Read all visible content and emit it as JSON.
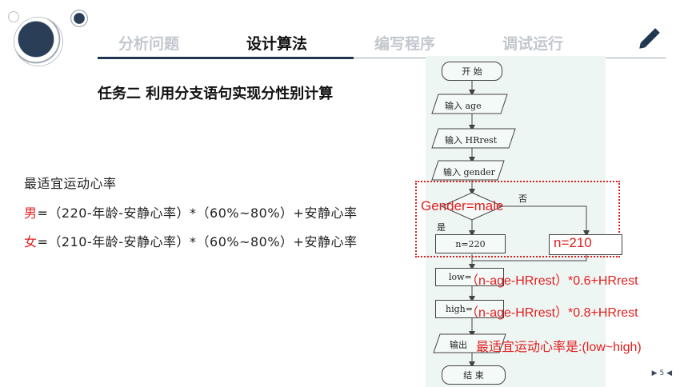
{
  "header": {
    "tabs": [
      {
        "label": "分析问题",
        "active": false
      },
      {
        "label": "设计算法",
        "active": true
      },
      {
        "label": "编写程序",
        "active": false
      },
      {
        "label": "调试运行",
        "active": false
      }
    ]
  },
  "task": {
    "title": "任务二  利用分支语句实现分性别计算"
  },
  "content": {
    "heading": "最适宜运动心率",
    "male_label": "男",
    "male_formula": "=（220-年龄-安静心率）*（60%~80%）+安静心率",
    "female_label": "女",
    "female_formula": "=（210-年龄-安静心率）*（60%~80%）+安静心率"
  },
  "flowchart": {
    "start": "开 始",
    "input_age": "输入 age",
    "input_hrrest": "输入 HRrest",
    "input_gender": "输入 gender",
    "condition": "Gender=male",
    "yes_label": "是",
    "no_label": "否",
    "yes_branch": "n=220",
    "no_branch": "n=210",
    "low_prefix": "low=",
    "low_formula": "（n-age-HRrest）*0.6+HRrest",
    "high_prefix": "high=",
    "high_formula": "（n-age-HRrest）*0.8+HRrest",
    "output_prefix": "输出",
    "output_text": "最适宜运动心率是:(low~high)",
    "end": "结 束"
  },
  "footer": {
    "page_number": "5"
  }
}
